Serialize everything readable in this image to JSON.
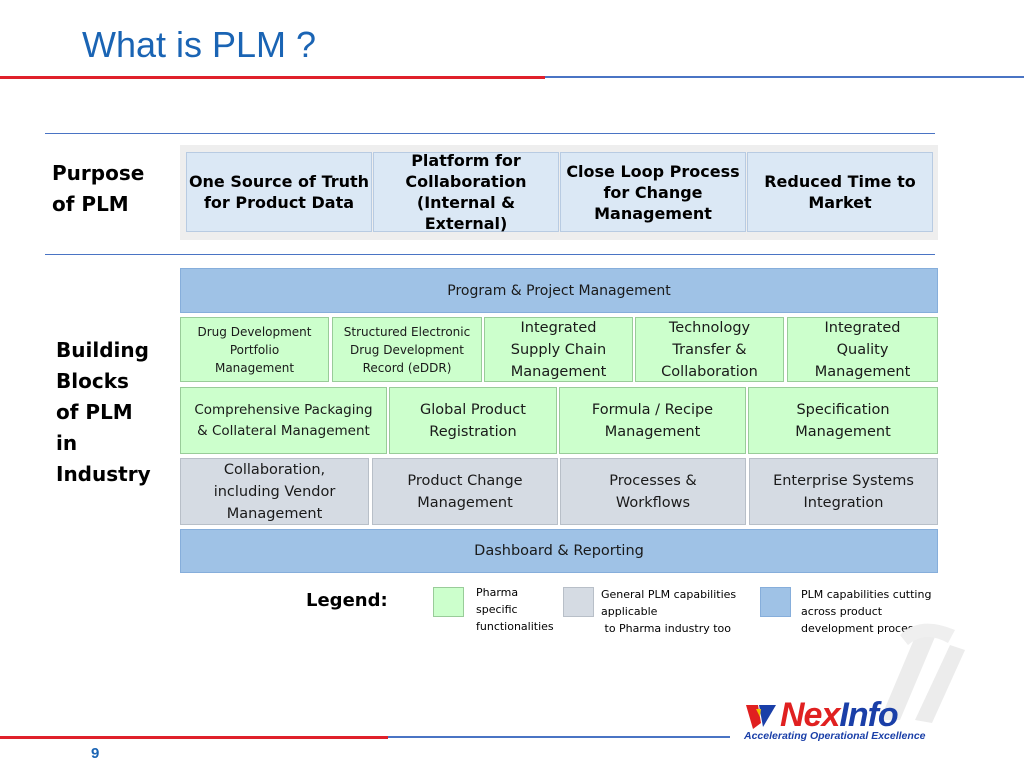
{
  "title": "What is PLM ?",
  "purpose": {
    "label": "Purpose\nof PLM",
    "items": [
      "One Source of Truth\nfor Product Data",
      "Platform for\nCollaboration\n(Internal & External)",
      "Close Loop Process\nfor Change\nManagement",
      "Reduced Time to\nMarket"
    ]
  },
  "building": {
    "label": "Building\nBlocks\nof PLM\nin\nIndustry",
    "program": "Program & Project Management",
    "row1": [
      "Drug Development\nPortfolio\nManagement",
      "Structured Electronic\nDrug Development\nRecord (eDDR)",
      "Integrated\nSupply Chain\nManagement",
      "Technology\nTransfer &\nCollaboration",
      "Integrated\nQuality\nManagement"
    ],
    "row2": [
      "Comprehensive Packaging\n& Collateral Management",
      "Global Product\nRegistration",
      "Formula / Recipe\nManagement",
      "Specification\nManagement"
    ],
    "row3": [
      "Collaboration,\nincluding Vendor\nManagement",
      "Product Change\nManagement",
      "Processes &\nWorkflows",
      "Enterprise Systems\nIntegration"
    ],
    "dashboard": "Dashboard & Reporting"
  },
  "legend": {
    "title": "Legend:",
    "items": [
      {
        "text": "Pharma\nspecific\nfunctionalities",
        "color": "#ccffcc"
      },
      {
        "text": "General PLM capabilities\napplicable\n to Pharma industry too",
        "color": "#d5dbe3"
      },
      {
        "text": "PLM capabilities cutting\nacross product\ndevelopment process",
        "color": "#9fc2e6"
      }
    ]
  },
  "logo": {
    "name_part1": "Nex",
    "name_part2": "Info",
    "tagline": "Accelerating Operational Excellence"
  },
  "page_number": "9",
  "colors": {
    "title_blue": "#1a64b4",
    "accent_red": "#e0202a",
    "green_block": "#ccffcc",
    "grey_block": "#d5dbe3",
    "blue_block": "#9fc2e6"
  }
}
